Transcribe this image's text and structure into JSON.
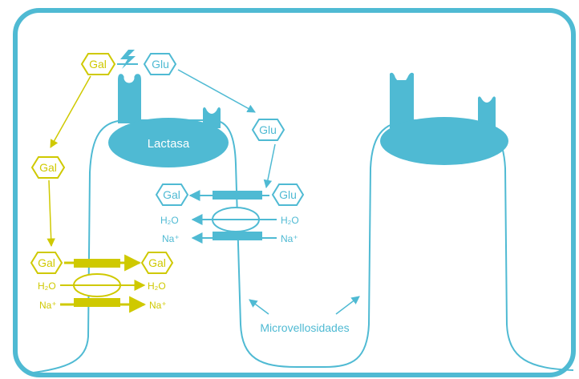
{
  "colors": {
    "blue": "#4fbad3",
    "yellow": "#cfc900",
    "background": "#ffffff"
  },
  "labels": {
    "lactase": "Lactasa",
    "microvilli": "Microvellosidades",
    "gal": "Gal",
    "glu": "Glu",
    "h2o": "H₂O",
    "na": "Na⁺"
  },
  "icons": {
    "catalysis": "lightning-bolt-icon"
  }
}
